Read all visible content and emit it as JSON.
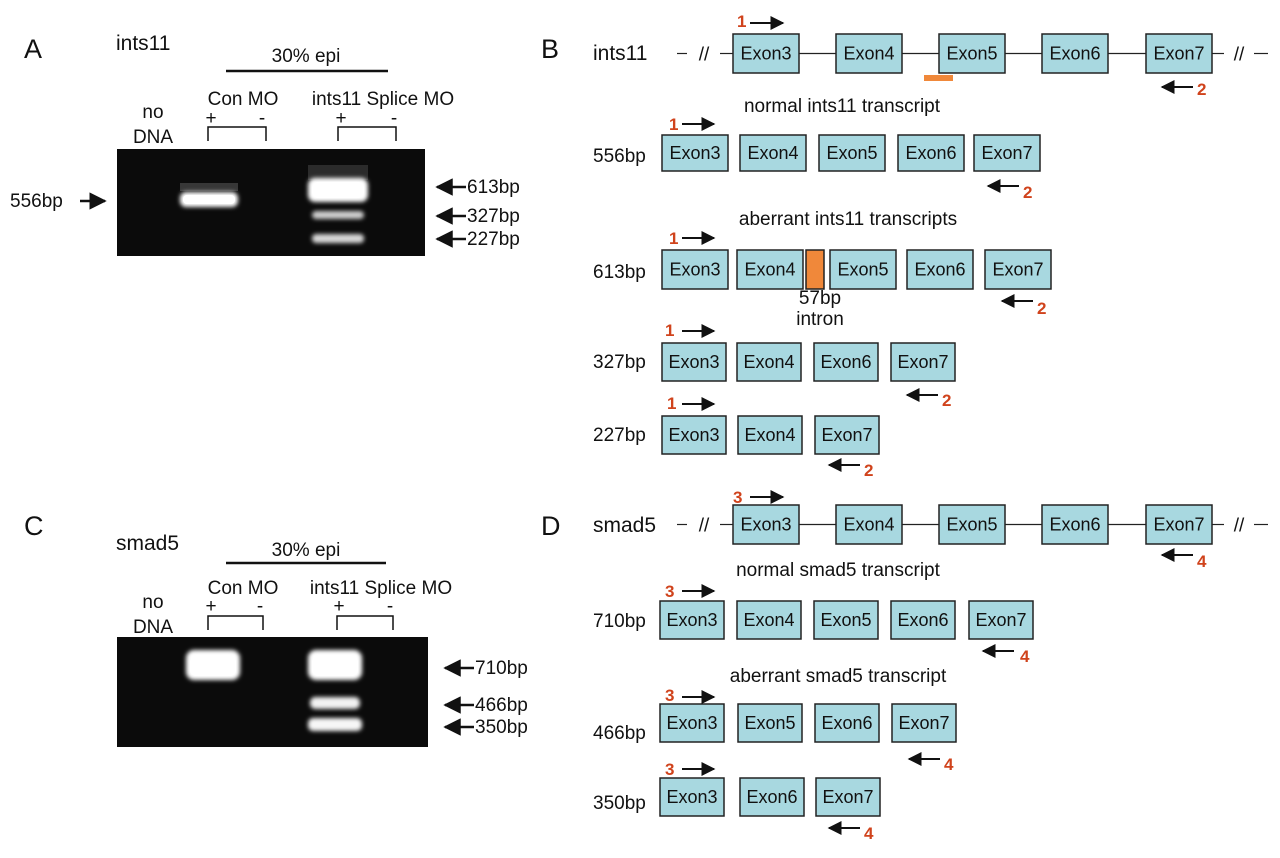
{
  "colors": {
    "exon_fill": "#a8d8e0",
    "intron_fill": "#f0883a",
    "primer_number": "#d0431c",
    "gel_background": "#0b0b0b",
    "band": "#ffffff"
  },
  "panel_a": {
    "letter": "A",
    "gene": "ints11",
    "condition": "30% epi",
    "no_dna": [
      "no",
      "DNA"
    ],
    "con_mo": "Con MO",
    "splice_mo": "ints11 Splice MO",
    "plus": "+",
    "minus": "-",
    "marker_left": "556bp",
    "markers_right": [
      "613bp",
      "327bp",
      "227bp"
    ]
  },
  "panel_c": {
    "letter": "C",
    "gene": "smad5",
    "condition": "30% epi",
    "no_dna": [
      "no",
      "DNA"
    ],
    "con_mo": "Con MO",
    "splice_mo": "ints11 Splice MO",
    "plus": "+",
    "minus": "-",
    "markers_right": [
      "710bp",
      "466bp",
      "350bp"
    ]
  },
  "panel_b": {
    "letter": "B",
    "gene": "ints11",
    "break_mark": "//",
    "gene_exons": [
      "Exon3",
      "Exon4",
      "Exon5",
      "Exon6",
      "Exon7"
    ],
    "primer_fwd": "1",
    "primer_rev": "2",
    "normal_title": "normal ints11 transcript",
    "aberrant_title": "aberrant ints11 transcripts",
    "transcripts": [
      {
        "size": "556bp",
        "exons": [
          "Exon3",
          "Exon4",
          "Exon5",
          "Exon6",
          "Exon7"
        ]
      },
      {
        "size": "613bp",
        "exons": [
          "Exon3",
          "Exon4",
          "Exon5",
          "Exon6",
          "Exon7"
        ]
      },
      {
        "size": "327bp",
        "exons": [
          "Exon3",
          "Exon4",
          "Exon6",
          "Exon7"
        ]
      },
      {
        "size": "227bp",
        "exons": [
          "Exon3",
          "Exon4",
          "Exon7"
        ]
      }
    ],
    "intron_label": [
      "57bp",
      "intron"
    ]
  },
  "panel_d": {
    "letter": "D",
    "gene": "smad5",
    "break_mark": "//",
    "gene_exons": [
      "Exon3",
      "Exon4",
      "Exon5",
      "Exon6",
      "Exon7"
    ],
    "primer_fwd": "3",
    "primer_rev": "4",
    "normal_title": "normal smad5 transcript",
    "aberrant_title": "aberrant smad5 transcript",
    "transcripts": [
      {
        "size": "710bp",
        "exons": [
          "Exon3",
          "Exon4",
          "Exon5",
          "Exon6",
          "Exon7"
        ]
      },
      {
        "size": "466bp",
        "exons": [
          "Exon3",
          "Exon5",
          "Exon6",
          "Exon7"
        ]
      },
      {
        "size": "350bp",
        "exons": [
          "Exon3",
          "Exon6",
          "Exon7"
        ]
      }
    ]
  }
}
